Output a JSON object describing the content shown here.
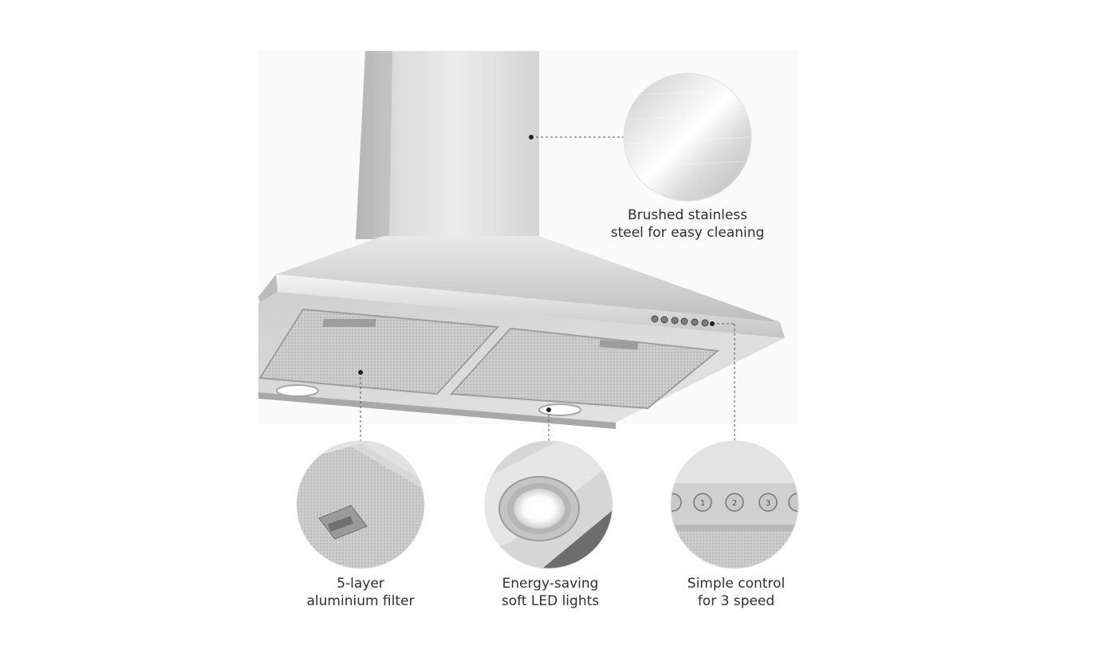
{
  "features": {
    "steel": {
      "line1": "Brushed stainless",
      "line2": "steel for easy cleaning"
    },
    "filter": {
      "line1": "5-layer",
      "line2": "aluminium filter"
    },
    "lights": {
      "line1": "Energy-saving",
      "line2": "soft LED lights"
    },
    "control": {
      "line1": "Simple control",
      "line2": "for 3 speed"
    }
  },
  "control_buttons": [
    "",
    "",
    "1",
    "2",
    "3",
    ""
  ],
  "colors": {
    "background": "#ffffff",
    "steel_light": "#e4e4e4",
    "steel_mid": "#c9c9c9",
    "steel_dark": "#9a9a9a",
    "leader_line": "#555555"
  }
}
